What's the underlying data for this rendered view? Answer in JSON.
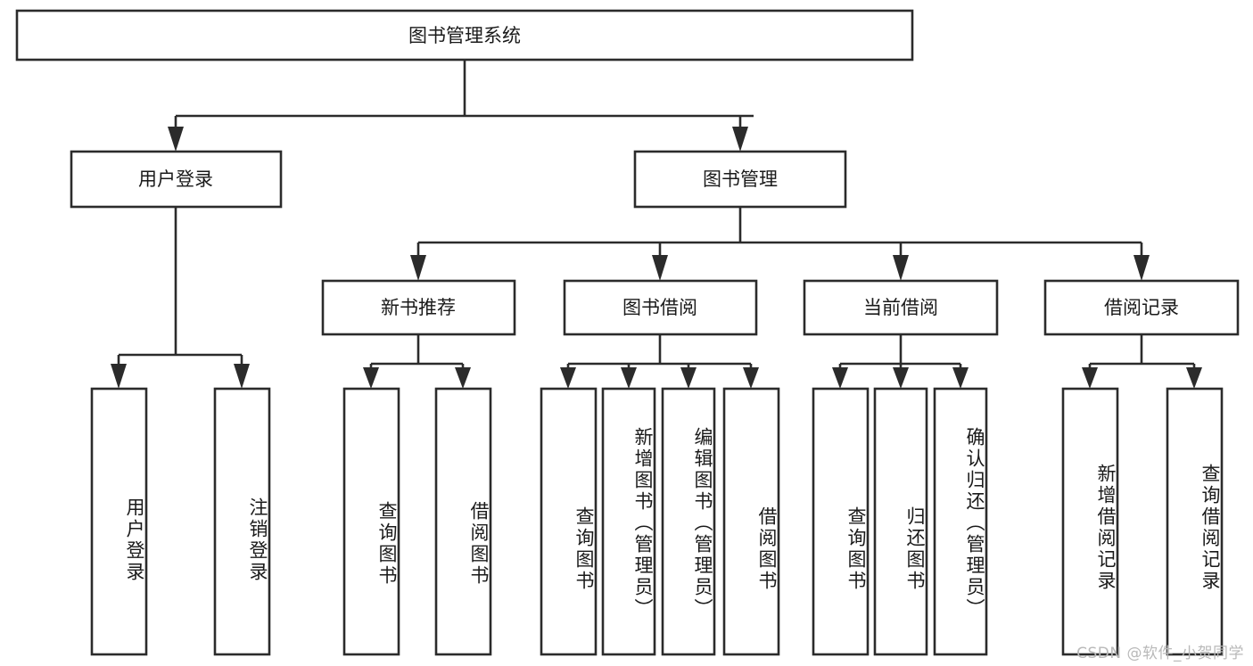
{
  "diagram": {
    "title": "图书管理系统",
    "type": "tree",
    "orientation": "top-down",
    "colors": {
      "box_stroke": "#2b2b2b",
      "box_fill": "#ffffff",
      "connector": "#2b2b2b",
      "text": "#1a1a1a",
      "background": "#ffffff",
      "watermark": "#b9b9b9"
    },
    "root": {
      "label": "图书管理系统"
    },
    "level2": [
      {
        "label": "用户登录"
      },
      {
        "label": "图书管理"
      }
    ],
    "level3": [
      {
        "label": "新书推荐"
      },
      {
        "label": "图书借阅"
      },
      {
        "label": "当前借阅"
      },
      {
        "label": "借阅记录"
      }
    ],
    "leaves": {
      "user_login": [
        {
          "label": "用户登录"
        },
        {
          "label": "注销登录"
        }
      ],
      "new_book_recommend": [
        {
          "label": "查询图书"
        },
        {
          "label": "借阅图书"
        }
      ],
      "book_borrow": [
        {
          "label": "查询图书"
        },
        {
          "label": "新增图书（管理员）"
        },
        {
          "label": "编辑图书（管理员）"
        },
        {
          "label": "借阅图书"
        }
      ],
      "current_borrow": [
        {
          "label": "查询图书"
        },
        {
          "label": "归还图书"
        },
        {
          "label": "确认归还（管理员）"
        }
      ],
      "borrow_records": [
        {
          "label": "新增借阅记录"
        },
        {
          "label": "查询借阅记录"
        }
      ]
    }
  },
  "watermark": {
    "text": "CSDN @软件_小贺同学"
  }
}
